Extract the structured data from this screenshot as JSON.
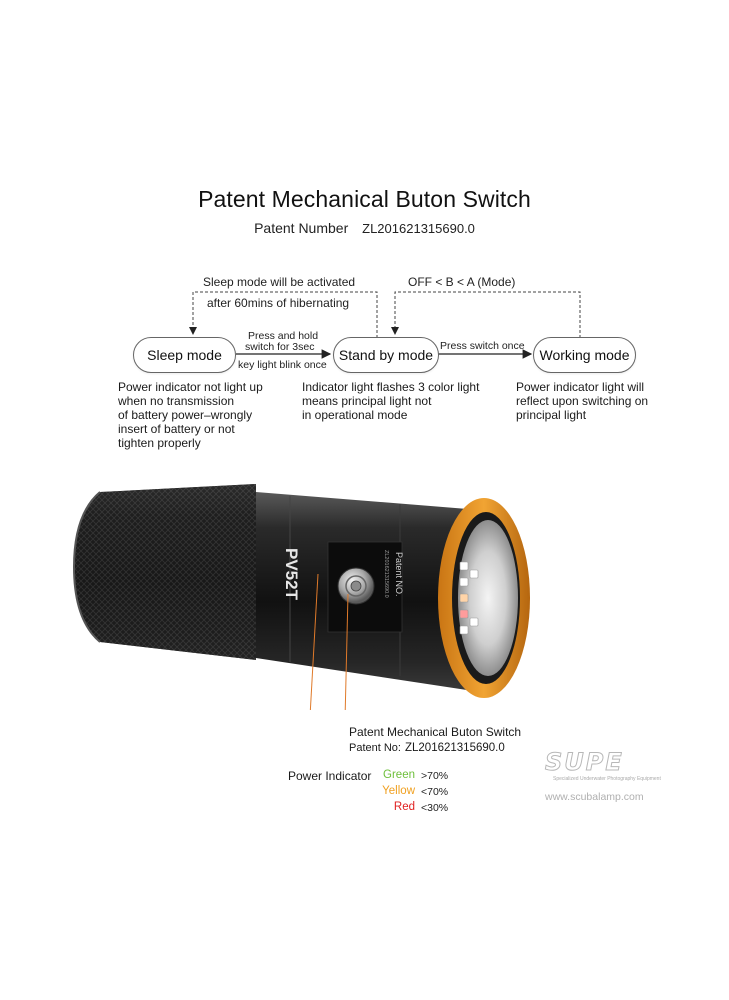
{
  "header": {
    "title": "Patent Mechanical Buton Switch",
    "patent_label": "Patent Number",
    "patent_number": "ZL201621315690.0"
  },
  "diagram": {
    "loop_left_label_1": "Sleep mode will be activated",
    "loop_left_label_2": "after 60mins of hibernating",
    "loop_right_label": "OFF < B < A (Mode)",
    "modes": {
      "sleep": "Sleep mode",
      "standby": "Stand by mode",
      "working": "Working mode"
    },
    "arrow_1_top_1": "Press and hold",
    "arrow_1_top_2": "switch for 3sec",
    "arrow_1_bottom": "key light blink once",
    "arrow_2_top": "Press switch once",
    "descriptions": {
      "sleep": [
        "Power indicator not light up",
        "when no transmission",
        "of battery power–wrongly",
        "insert of battery or not",
        "tighten properly"
      ],
      "standby": [
        "Indicator light flashes 3 color light",
        "means principal light not",
        "in operational mode"
      ],
      "working": [
        "Power indicator light will",
        "reflect upon switching on",
        "principal light"
      ]
    }
  },
  "product": {
    "model": "PV52T",
    "engraving_title": "Patent NO.",
    "engraving_number": "ZL201621315690.0",
    "callout_title": "Patent Mechanical Buton Switch",
    "callout_patent_label": "Patent No:",
    "callout_patent_number": "ZL201621315690.0"
  },
  "power_indicator": {
    "label": "Power Indicator",
    "levels": [
      {
        "name": "Green",
        "value": ">70%",
        "color": "#6dbf3a"
      },
      {
        "name": "Yellow",
        "value": "<70%",
        "color": "#f0a020"
      },
      {
        "name": "Red",
        "value": "<30%",
        "color": "#e02020"
      }
    ]
  },
  "brand": {
    "logo": "SUPE",
    "tagline": "Specialized Underwater Photography Equipment",
    "url": "www.scubalamp.com"
  },
  "colors": {
    "bezel_orange": "#e8961e",
    "body_black": "#1c1c1c",
    "callout_line": "#e07a2a"
  }
}
